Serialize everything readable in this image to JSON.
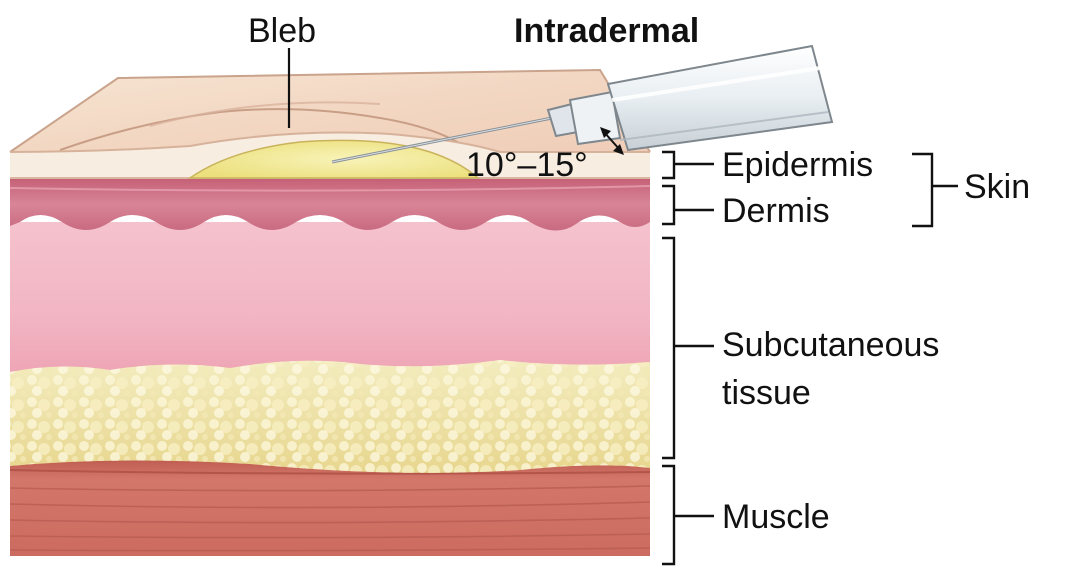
{
  "title": "Intradermal",
  "labels": {
    "bleb": "Bleb",
    "angle": "10°–15°",
    "epidermis": "Epidermis",
    "dermis": "Dermis",
    "skin": "Skin",
    "subcutaneous_line1": "Subcutaneous",
    "subcutaneous_line2": "tissue",
    "muscle": "Muscle"
  },
  "colors": {
    "skin_surface": "#f3dccb",
    "epidermis": "#f7ece0",
    "bleb": "#f4ec9c",
    "dermis": "#cf7186",
    "subcutaneous": "#f0b6c4",
    "fat": "#f1e8b4",
    "muscle": "#cc6a5c",
    "syringe": "#e9eef2"
  }
}
